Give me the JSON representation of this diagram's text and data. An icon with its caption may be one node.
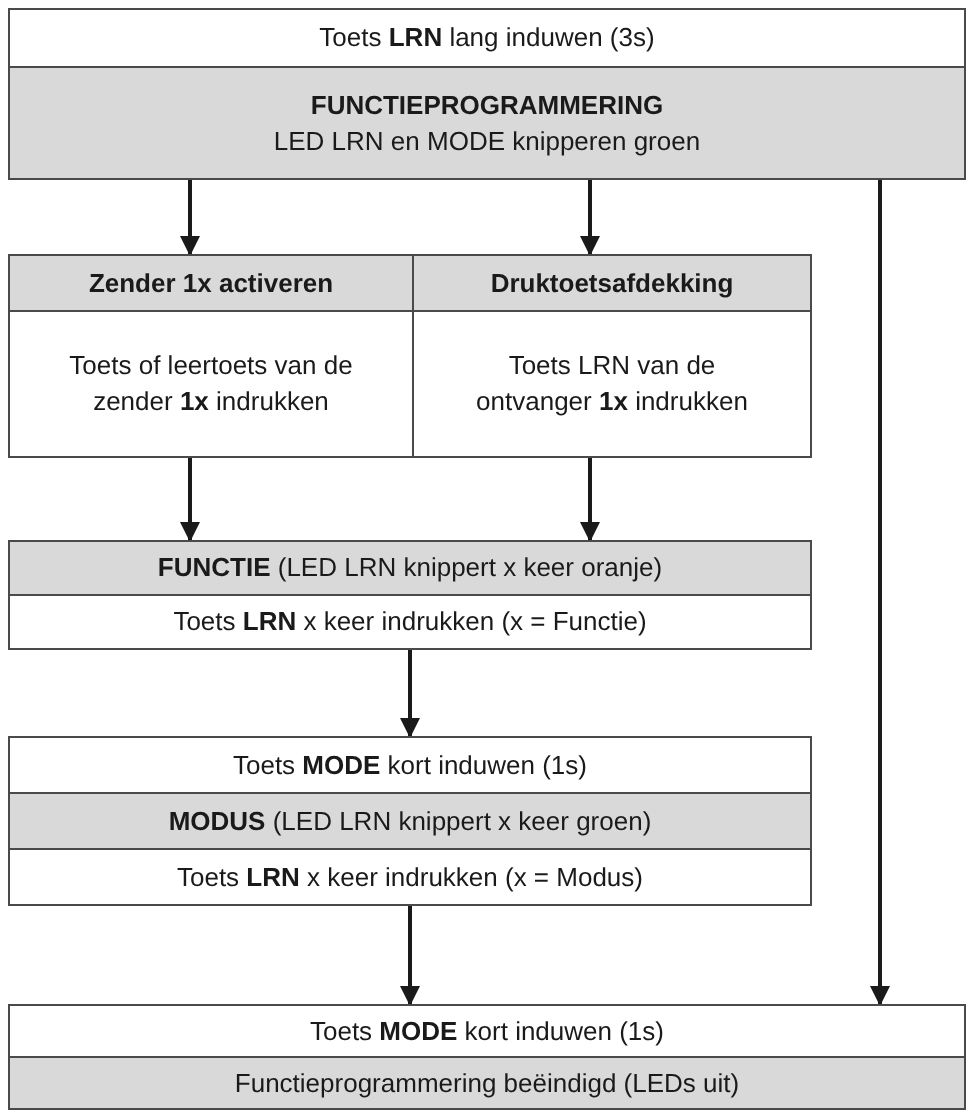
{
  "diagram": {
    "nodes": [
      {
        "text": [
          "Toets **LRN** lang induwen (3s)"
        ]
      },
      {
        "text": [
          "FUNCTIEPROGRAMMERING",
          "LED LRN en MODE knipperen groen"
        ]
      },
      {
        "text": [
          "Zender 1x activeren",
          "Toets of leertoets van de zender **1x** indrukken"
        ]
      },
      {
        "text": [
          "Druktoetsafdekking",
          "Toets LRN van de ontvanger **1x** indrukken"
        ]
      },
      {
        "text": [
          "**FUNCTIE** (LED LRN knippert x keer oranje)"
        ]
      },
      {
        "text": [
          "Toets **LRN** x keer indrukken (x = Functie)"
        ]
      },
      {
        "text": [
          "Toets **MODE** kort induwen (1s)"
        ]
      },
      {
        "text": [
          "**MODUS** (LED LRN knippert x keer groen)"
        ]
      },
      {
        "text": [
          "Toets **LRN** x keer indrukken (x = Modus)"
        ]
      },
      {
        "text": [
          "Toets **MODE** kort induwen (1s)"
        ]
      },
      {
        "text": [
          "Functieprogrammering beëindigd (LEDs uit)"
        ]
      }
    ],
    "edges": [
      {
        "from": 1,
        "to": 2,
        "arrow": "to"
      },
      {
        "from": 1,
        "to": 3,
        "arrow": "to"
      },
      {
        "from": 1,
        "to": 9,
        "arrow": "to"
      },
      {
        "from": 2,
        "to": 4,
        "arrow": "to"
      },
      {
        "from": 3,
        "to": 4,
        "arrow": "to"
      },
      {
        "from": 5,
        "to": 6,
        "arrow": "to"
      },
      {
        "from": 8,
        "to": 9,
        "arrow": "to"
      }
    ]
  }
}
